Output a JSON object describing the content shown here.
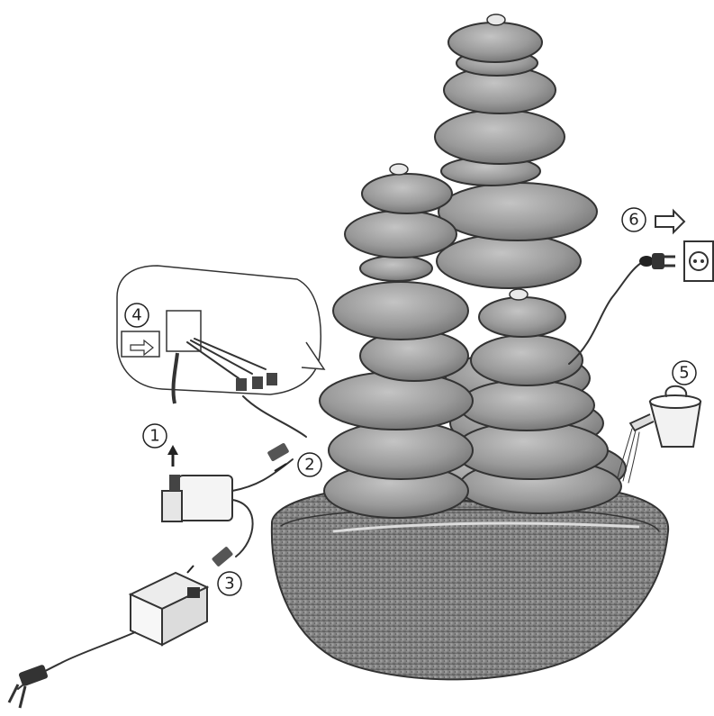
{
  "step_labels": {
    "s1": "1",
    "s2": "2",
    "s3": "3",
    "s4": "4",
    "s5": "5",
    "s6": "6"
  },
  "icons": {
    "arrow": "right-arrow-icon",
    "socket": "wall-socket-icon",
    "plug": "power-plug-icon",
    "can": "watering-can-icon"
  },
  "colors": {
    "stone": "#9a9a9a",
    "stone_dark": "#6f6f6f",
    "line": "#333333",
    "background": "#ffffff"
  }
}
